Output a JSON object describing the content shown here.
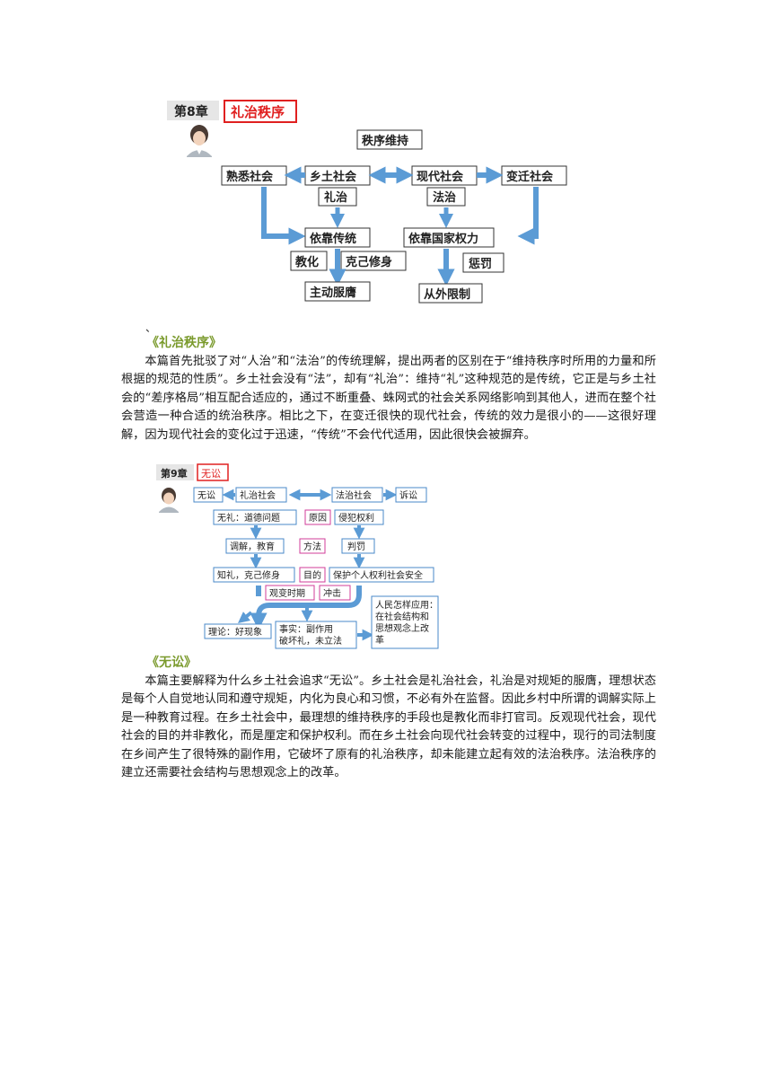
{
  "ch8": {
    "chapter_label": "第8章",
    "title_label": "礼治秩序",
    "nodes": {
      "top": "秩序维持",
      "familiar": "熟悉社会",
      "rural": "乡土社会",
      "modern": "现代社会",
      "changing": "变迁社会",
      "li_rule": "礼治",
      "law_rule": "法治",
      "tradition": "依靠传统",
      "state_power": "依靠国家权力",
      "education": "教化",
      "self_cultivate": "克己修身",
      "punish": "惩罚",
      "obey": "主动服膺",
      "external": "从外限制"
    }
  },
  "ch8_mark": "、",
  "section8": {
    "title": "《礼治秩序》",
    "body": "本篇首先批驳了对“人治”和“法治”的传统理解，提出两者的区别在于“维持秩序时所用的力量和所根据的规范的性质”。乡土社会没有“法”，却有“礼治”：维持“礼”这种规范的是传统，它正是与乡土社会的“差序格局”相互配合适应的，通过不断重叠、蛛网式的社会关系网络影响到其他人，进而在整个社会营造一种合适的统治秩序。相比之下，在变迁很快的现代社会，传统的效力是很小的——这很好理解，因为现代社会的变化过于迅速，“传统”不会代代适用，因此很快会被摒弃。"
  },
  "ch9": {
    "chapter_label": "第9章",
    "title_label": "无讼",
    "nodes": {
      "no_lawsuit": "无讼",
      "li_society": "礼治社会",
      "law_society": "法治社会",
      "lawsuit": "诉讼",
      "no_li": "无礼：道德问题",
      "cause": "原因",
      "infringe": "侵犯权利",
      "mediate": "调解，教育",
      "method": "方法",
      "sentence": "判罚",
      "know_li": "知礼，克己修身",
      "purpose": "目的",
      "protect": "保护个人权利社会安全",
      "transition": "观变时期",
      "impact": "冲击",
      "theory": "理论：好现象",
      "fact1": "事实：副作用",
      "fact2": "破坏礼，未立法",
      "apply1": "人民怎样应用：",
      "apply2": "在社会结构和",
      "apply3": "思想观念上改",
      "apply4": "革"
    }
  },
  "section9": {
    "title": "《无讼》",
    "body": "本篇主要解释为什么乡土社会追求“无讼”。乡土社会是礼治社会，礼治是对规矩的服膺，理想状态是每个人自觉地认同和遵守规矩，内化为良心和习惯，不必有外在监督。因此乡村中所谓的调解实际上是一种教育过程。在乡土社会中，最理想的维持秩序的手段也是教化而非打官司。反观现代社会，现代社会的目的并非教化，而是厘定和保护权利。而在乡土社会向现代社会转变的过程中，现行的司法制度在乡间产生了很特殊的副作用，它破坏了原有的礼治秩序，却未能建立起有效的法治秩序。法治秩序的建立还需要社会结构与思想观念上的改革。"
  },
  "colors": {
    "arrow": "#5b9bd5",
    "box_border": "#4a88c8",
    "title_red": "#e02020",
    "label_pink": "#d03c9a",
    "section_green": "#7a9a2c"
  }
}
